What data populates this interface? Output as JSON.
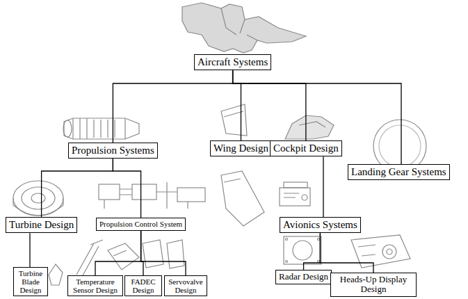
{
  "diagram": {
    "nodes": [
      {
        "text": [
          "Aircraft Systems"
        ]
      },
      {
        "text": [
          "Propulsion Systems"
        ]
      },
      {
        "text": [
          "Wing Design"
        ]
      },
      {
        "text": [
          "Cockpit Design"
        ]
      },
      {
        "text": [
          "Landing Gear Systems"
        ]
      },
      {
        "text": [
          "Turbine Design"
        ]
      },
      {
        "text": [
          "Propulsion Control System"
        ]
      },
      {
        "text": [
          "Avionics Systems"
        ]
      },
      {
        "text": [
          "Turbine Blade Design"
        ]
      },
      {
        "text": [
          "Temperature Sensor Design"
        ]
      },
      {
        "text": [
          "FADEC Design"
        ]
      },
      {
        "text": [
          "Servovalve Design"
        ]
      },
      {
        "text": [
          "Radar Design"
        ]
      },
      {
        "text": [
          "Heads-Up Display Design"
        ]
      }
    ],
    "edges": [
      {
        "from": 0,
        "to": 1,
        "arrow": "none"
      },
      {
        "from": 0,
        "to": 2,
        "arrow": "none"
      },
      {
        "from": 0,
        "to": 3,
        "arrow": "none"
      },
      {
        "from": 0,
        "to": 4,
        "arrow": "none"
      },
      {
        "from": 1,
        "to": 5,
        "arrow": "none"
      },
      {
        "from": 1,
        "to": 6,
        "arrow": "none"
      },
      {
        "from": 3,
        "to": 7,
        "arrow": "none"
      },
      {
        "from": 5,
        "to": 8,
        "arrow": "none"
      },
      {
        "from": 6,
        "to": 9,
        "arrow": "none"
      },
      {
        "from": 6,
        "to": 10,
        "arrow": "none"
      },
      {
        "from": 6,
        "to": 11,
        "arrow": "none"
      },
      {
        "from": 7,
        "to": 12,
        "arrow": "none"
      },
      {
        "from": 7,
        "to": 13,
        "arrow": "none"
      }
    ]
  }
}
